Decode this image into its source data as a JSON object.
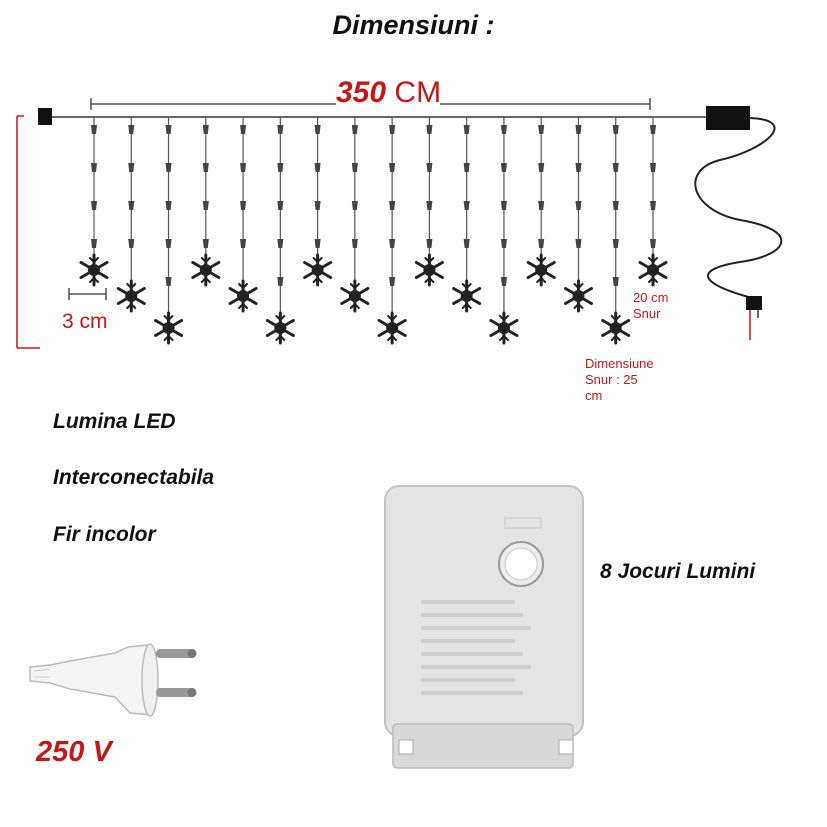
{
  "header": {
    "title": "Dimensiuni :"
  },
  "dimensions": {
    "width_value": "350",
    "width_unit": "CM",
    "spacing_label": "3 cm",
    "cord_label_line1": "20 cm",
    "cord_label_line2": "Snur",
    "dim_label_line1": "Dimensiune",
    "dim_label_line2": "Snur : 25",
    "dim_label_line3": "cm"
  },
  "features": [
    "Lumina LED",
    "Interconectabila",
    "Fir incolor"
  ],
  "controller": {
    "modes_label": "8 Jocuri Lumini",
    "modes_count": 8
  },
  "plug": {
    "voltage": "250 V"
  },
  "colors": {
    "accent": "#c81515",
    "text": "#111111",
    "housing": "#e4e4e4"
  },
  "icons": [
    "snowflake-icon",
    "controller-box-icon",
    "power-plug-icon"
  ]
}
